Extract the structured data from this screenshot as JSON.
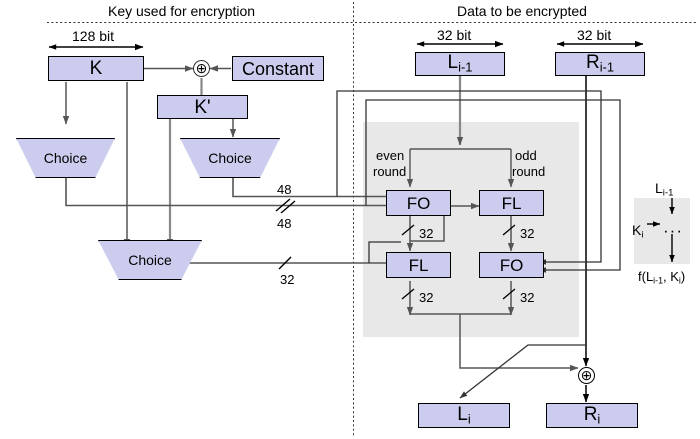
{
  "diagram": {
    "title": "Feistel round structure of a block cipher (key schedule and data path)",
    "colors": {
      "box_fill": "#ccccee",
      "box_stroke": "#000000",
      "panel_gray": "#e8e8e8",
      "wire": "#555555",
      "wire_dark": "#000000",
      "background": "#ffffff"
    }
  },
  "headers": {
    "left": "Key used for encryption",
    "right": "Data to be encrypted"
  },
  "key_section": {
    "width_label": "128 bit",
    "k_box": "K",
    "constant_box": "Constant",
    "k_prime_box": "K'",
    "choice_1": "Choice",
    "choice_2": "Choice",
    "choice_3": "Choice",
    "xor_symbol": "⊕",
    "bus_labels": {
      "fo_even_top": "48",
      "fo_even_bottom": "48",
      "fl_left": "32"
    }
  },
  "data_section": {
    "left_width_label": "32 bit",
    "right_width_label": "32 bit",
    "l_in": {
      "base": "L",
      "sub": "i-1"
    },
    "r_in": {
      "base": "R",
      "sub": "i-1"
    },
    "l_out": {
      "base": "L",
      "sub": "i"
    },
    "r_out": {
      "base": "R",
      "sub": "i"
    },
    "even_round_label_line1": "even",
    "even_round_label_line2": "round",
    "odd_round_label_line1": "odd",
    "odd_round_label_line2": "round",
    "fo_even": "FO",
    "fl_odd": "FL",
    "fl_even": "FL",
    "fo_odd": "FO",
    "widths": {
      "fo_even_out": "32",
      "fl_odd_out": "32",
      "fl_even_out": "32",
      "fo_odd_out": "32"
    },
    "xor_symbol": "⊕"
  },
  "legend": {
    "input": {
      "base": "L",
      "sub": "i-1"
    },
    "key": {
      "base": "K",
      "sub": "i"
    },
    "body": "···",
    "output": "f(L",
    "output_sub": "i-1",
    "output_mid": ", K",
    "output_sub2": "i",
    "output_end": ")"
  }
}
